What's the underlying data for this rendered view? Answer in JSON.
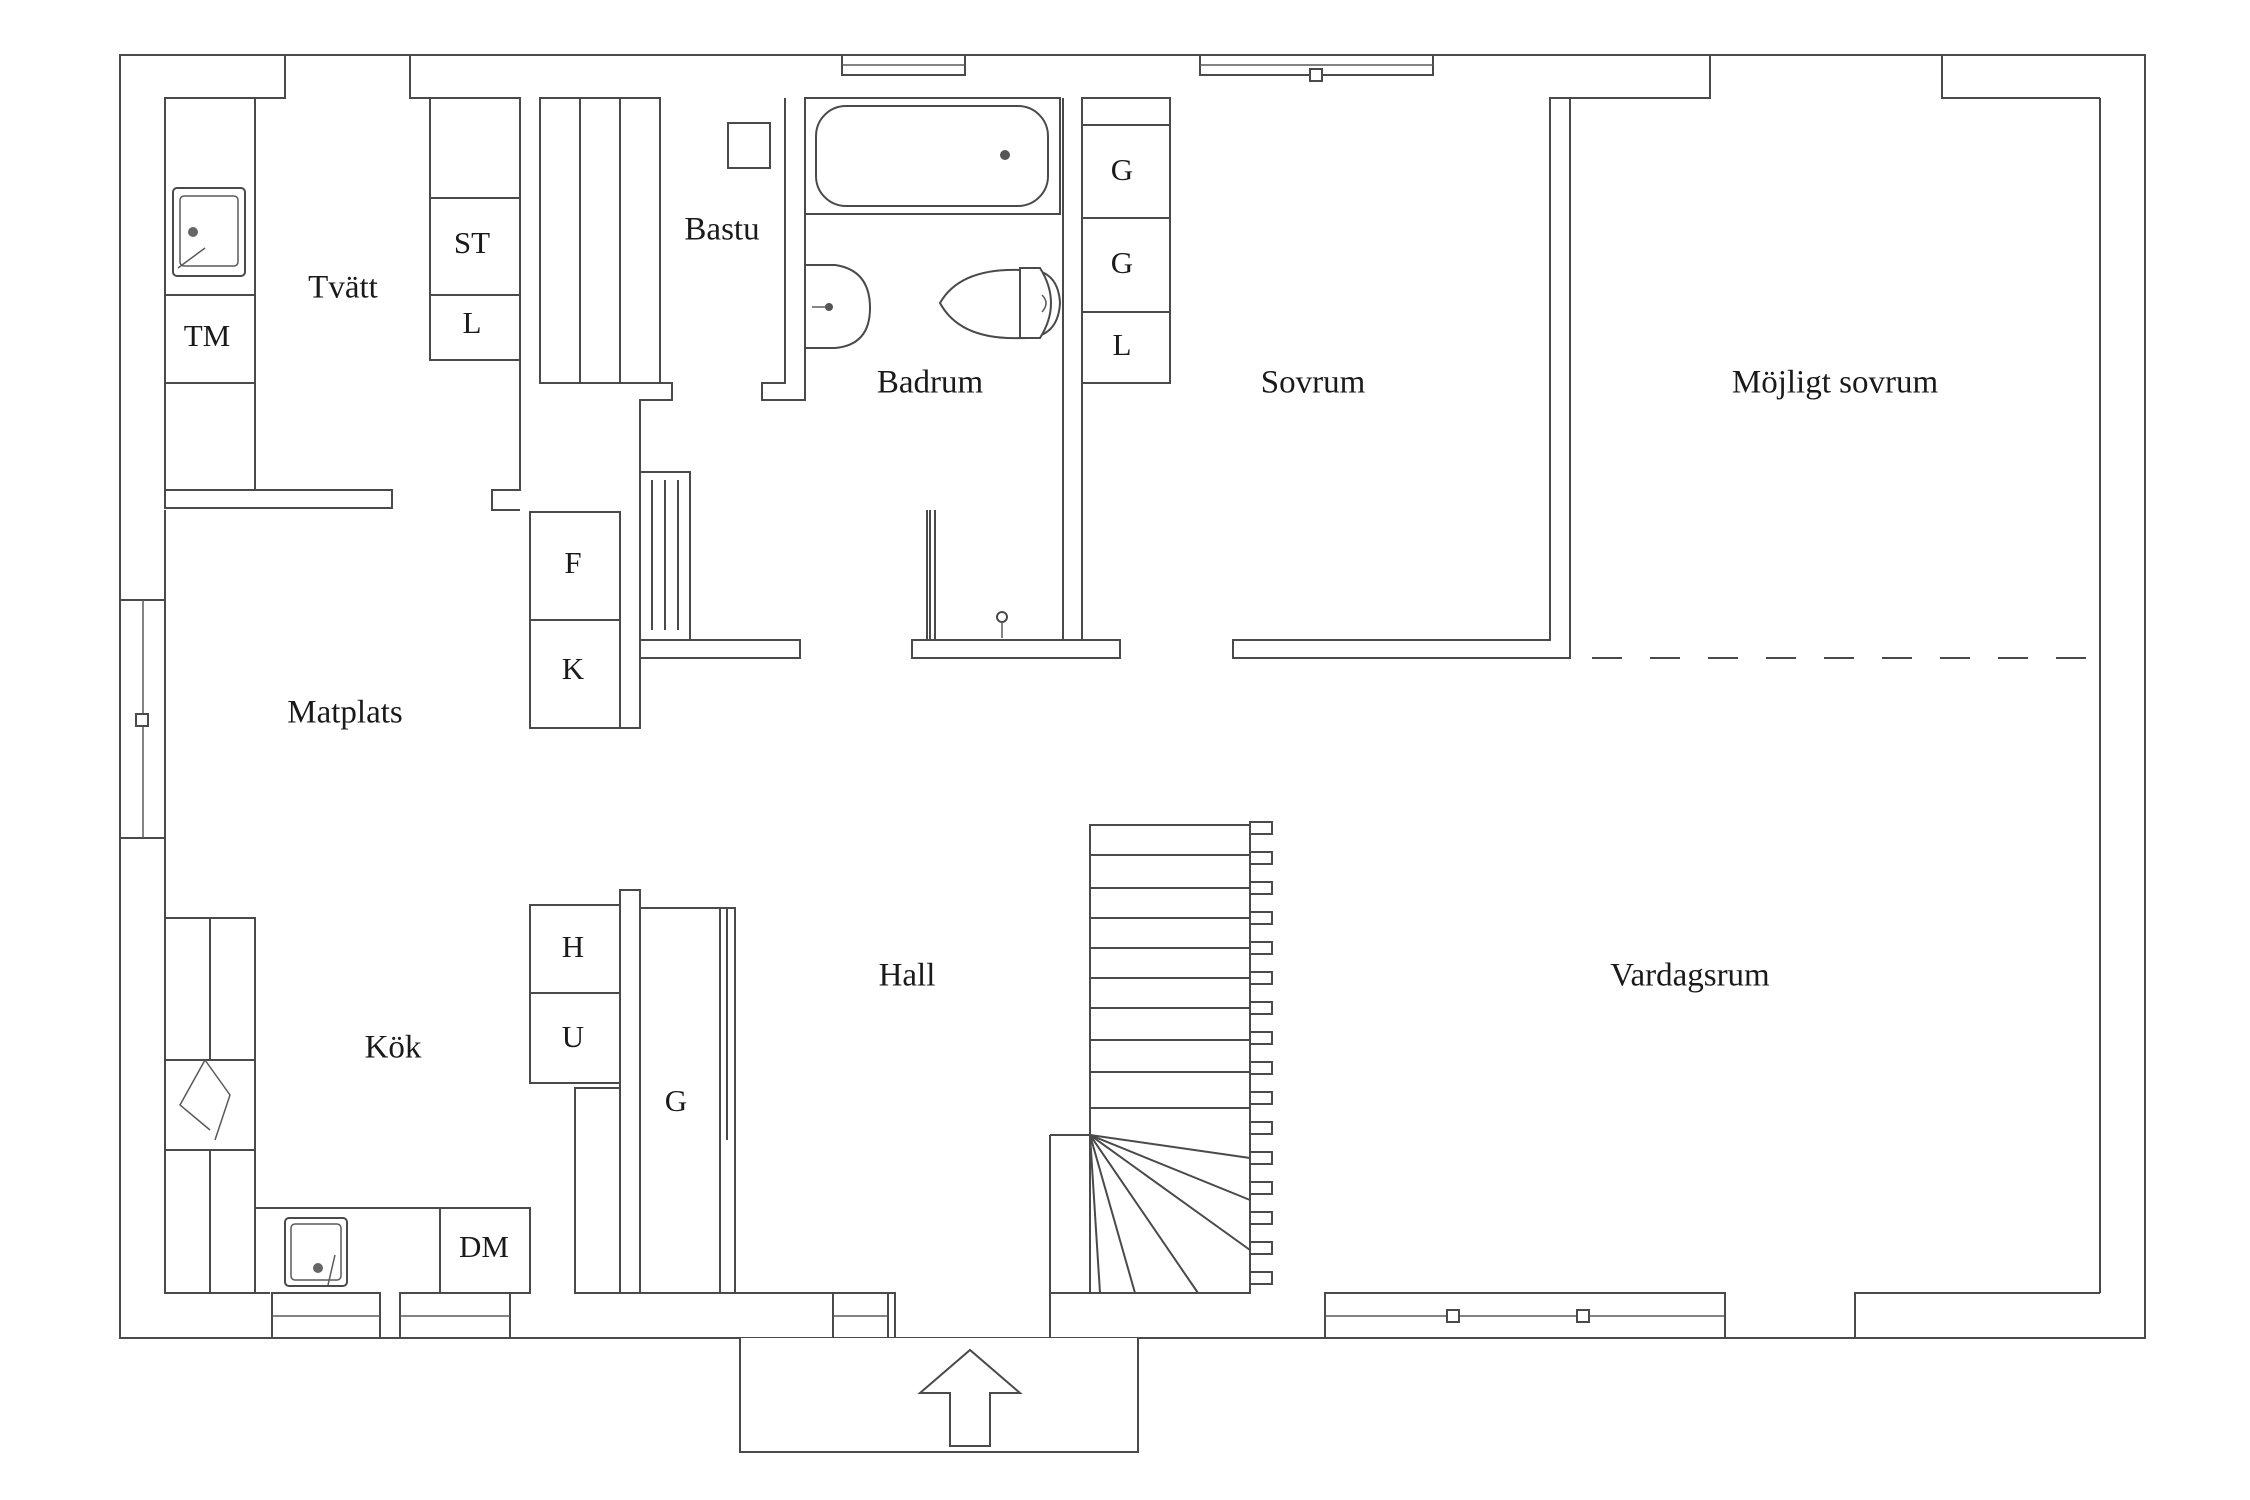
{
  "rooms": {
    "tvatt": "Tvätt",
    "bastu": "Bastu",
    "badrum": "Badrum",
    "sovrum": "Sovrum",
    "mojligt_sovrum": "Möjligt sovrum",
    "matplats": "Matplats",
    "kok": "Kök",
    "hall": "Hall",
    "vardagsrum": "Vardagsrum"
  },
  "labels": {
    "tm": "TM",
    "st": "ST",
    "l_tvatt": "L",
    "g_top": "G",
    "g_mid": "G",
    "l_bad": "L",
    "f": "F",
    "k": "K",
    "h": "H",
    "u": "U",
    "g_hall": "G",
    "dm": "DM"
  }
}
